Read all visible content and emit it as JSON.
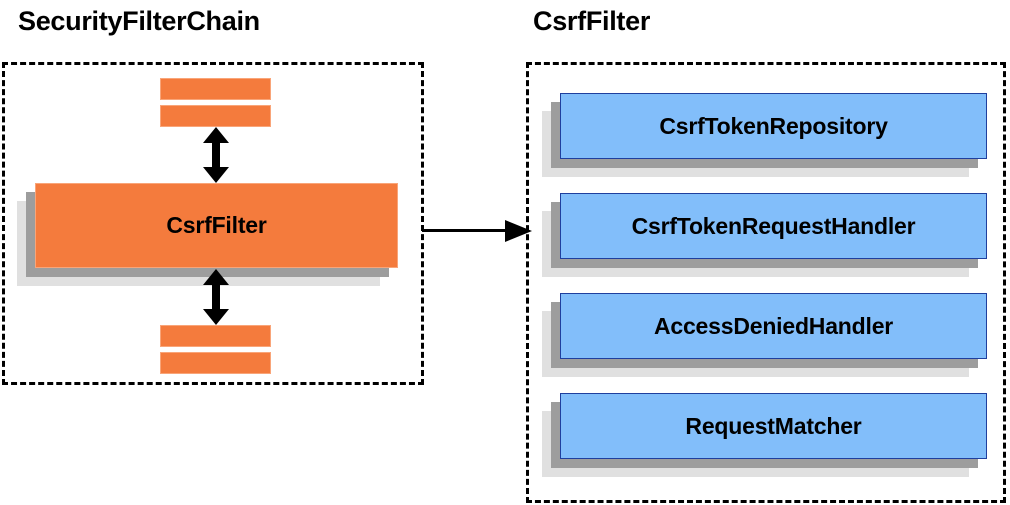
{
  "diagram": {
    "title_left": "SecurityFilterChain",
    "title_right": "CsrfFilter",
    "connector_icon": "arrow-right-icon",
    "colors": {
      "orange_fill": "#F47B3D",
      "orange_border": "#F9A579",
      "blue_fill": "#82BEFA",
      "blue_border": "#1F3F9E",
      "shadow_dark": "#9D9D9D",
      "shadow_light": "#E0E0E0",
      "outline": "#000000"
    }
  },
  "left_panel": {
    "title": "SecurityFilterChain",
    "top_bars": [
      {
        "label": ""
      },
      {
        "label": ""
      }
    ],
    "bottom_bars": [
      {
        "label": ""
      },
      {
        "label": ""
      }
    ],
    "main_block": {
      "label": "CsrfFilter"
    },
    "arrows": [
      {
        "name": "arrow-up-down-top",
        "direction": "both"
      },
      {
        "name": "arrow-up-down-bottom",
        "direction": "both"
      }
    ]
  },
  "right_panel": {
    "title": "CsrfFilter",
    "collaborators": [
      {
        "label": "CsrfTokenRepository"
      },
      {
        "label": "CsrfTokenRequestHandler"
      },
      {
        "label": "AccessDeniedHandler"
      },
      {
        "label": "RequestMatcher"
      }
    ]
  }
}
